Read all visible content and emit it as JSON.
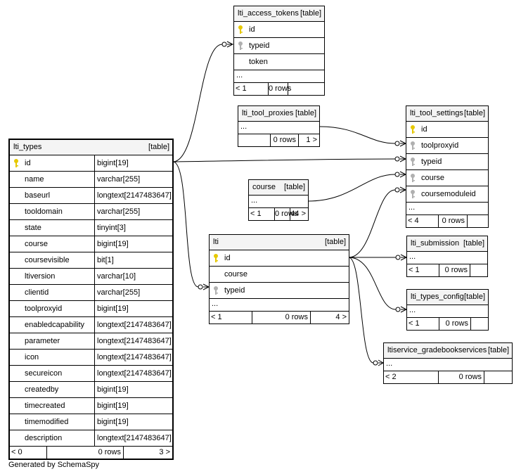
{
  "generated_by": "Generated by SchemaSpy",
  "key_colors": {
    "primary": "#e6c800",
    "foreign": "#b0b0b0"
  },
  "tables": {
    "lti_types": {
      "name": "lti_types",
      "tag": "[table]",
      "columns": [
        {
          "name": "id",
          "type": "bigint[19]",
          "key": "primary"
        },
        {
          "name": "name",
          "type": "varchar[255]"
        },
        {
          "name": "baseurl",
          "type": "longtext[2147483647]"
        },
        {
          "name": "tooldomain",
          "type": "varchar[255]"
        },
        {
          "name": "state",
          "type": "tinyint[3]"
        },
        {
          "name": "course",
          "type": "bigint[19]"
        },
        {
          "name": "coursevisible",
          "type": "bit[1]"
        },
        {
          "name": "ltiversion",
          "type": "varchar[10]"
        },
        {
          "name": "clientid",
          "type": "varchar[255]"
        },
        {
          "name": "toolproxyid",
          "type": "bigint[19]"
        },
        {
          "name": "enabledcapability",
          "type": "longtext[2147483647]"
        },
        {
          "name": "parameter",
          "type": "longtext[2147483647]"
        },
        {
          "name": "icon",
          "type": "longtext[2147483647]"
        },
        {
          "name": "secureicon",
          "type": "longtext[2147483647]"
        },
        {
          "name": "createdby",
          "type": "bigint[19]"
        },
        {
          "name": "timecreated",
          "type": "bigint[19]"
        },
        {
          "name": "timemodified",
          "type": "bigint[19]"
        },
        {
          "name": "description",
          "type": "longtext[2147483647]"
        }
      ],
      "footer": {
        "parents": "< 0",
        "rows": "0 rows",
        "children": "3 >"
      }
    },
    "lti_access_tokens": {
      "name": "lti_access_tokens",
      "tag": "[table]",
      "columns": [
        {
          "name": "id",
          "key": "primary"
        },
        {
          "name": "typeid",
          "key": "foreign"
        },
        {
          "name": "token"
        },
        {
          "name": "...",
          "ellipsis": true
        }
      ],
      "footer": {
        "parents": "< 1",
        "rows": "0 rows",
        "children": ""
      }
    },
    "lti_tool_proxies": {
      "name": "lti_tool_proxies",
      "tag": "[table]",
      "columns": [
        {
          "name": "...",
          "ellipsis": true
        }
      ],
      "footer": {
        "parents": "",
        "rows": "0 rows",
        "children": "1 >"
      }
    },
    "lti_tool_settings": {
      "name": "lti_tool_settings",
      "tag": "[table]",
      "columns": [
        {
          "name": "id",
          "key": "primary"
        },
        {
          "name": "toolproxyid",
          "key": "foreign"
        },
        {
          "name": "typeid",
          "key": "foreign"
        },
        {
          "name": "course",
          "key": "foreign"
        },
        {
          "name": "coursemoduleid",
          "key": "foreign"
        },
        {
          "name": "...",
          "ellipsis": true
        }
      ],
      "footer": {
        "parents": "< 4",
        "rows": "0 rows",
        "children": ""
      }
    },
    "course": {
      "name": "course",
      "tag": "[table]",
      "columns": [
        {
          "name": "...",
          "ellipsis": true
        }
      ],
      "footer": {
        "parents": "< 1",
        "rows": "0 rows",
        "children": "44 >"
      }
    },
    "lti": {
      "name": "lti",
      "tag": "[table]",
      "columns": [
        {
          "name": "id",
          "key": "primary"
        },
        {
          "name": "course"
        },
        {
          "name": "typeid",
          "key": "foreign"
        },
        {
          "name": "...",
          "ellipsis": true
        }
      ],
      "footer": {
        "parents": "< 1",
        "rows": "0 rows",
        "children": "4 >"
      }
    },
    "lti_submission": {
      "name": "lti_submission",
      "tag": "[table]",
      "columns": [
        {
          "name": "...",
          "ellipsis": true
        }
      ],
      "footer": {
        "parents": "< 1",
        "rows": "0 rows",
        "children": ""
      }
    },
    "lti_types_config": {
      "name": "lti_types_config",
      "tag": "[table]",
      "columns": [
        {
          "name": "...",
          "ellipsis": true
        }
      ],
      "footer": {
        "parents": "< 1",
        "rows": "0 rows",
        "children": ""
      }
    },
    "ltiservice_gradebookservices": {
      "name": "ltiservice_gradebookservices",
      "tag": "[table]",
      "columns": [
        {
          "name": "...",
          "ellipsis": true
        }
      ],
      "footer": {
        "parents": "< 2",
        "rows": "0 rows",
        "children": ""
      }
    }
  },
  "relationships": [
    {
      "from": "lti_types",
      "to": "lti_access_tokens"
    },
    {
      "from": "lti_types",
      "to": "lti_tool_settings"
    },
    {
      "from": "lti_types",
      "to": "lti"
    },
    {
      "from": "lti_tool_proxies",
      "to": "lti_tool_settings"
    },
    {
      "from": "course",
      "to": "lti_tool_settings"
    },
    {
      "from": "lti",
      "to": "lti_tool_settings"
    },
    {
      "from": "lti",
      "to": "lti_submission"
    },
    {
      "from": "lti",
      "to": "lti_types_config"
    },
    {
      "from": "lti",
      "to": "ltiservice_gradebookservices"
    }
  ]
}
